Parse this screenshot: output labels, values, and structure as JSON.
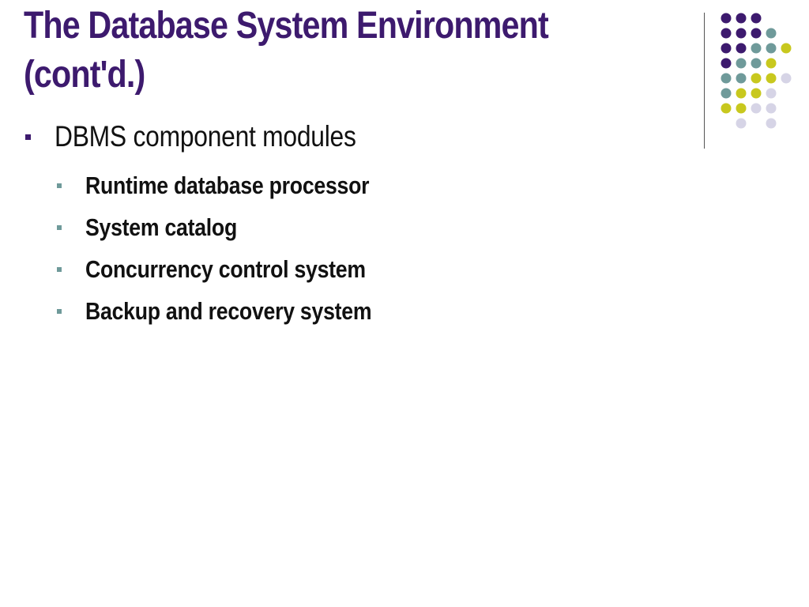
{
  "slide": {
    "title_line1": "The Database System Environment",
    "title_line2": "(cont'd.)",
    "bullet": "DBMS component modules",
    "sub_bullets": [
      "Runtime database processor",
      "System catalog",
      "Concurrency control system",
      "Backup and recovery system"
    ]
  },
  "colors": {
    "title": "#3d1a6e",
    "purple": "#3d1a6e",
    "teal": "#6f9a9a",
    "yellow": "#c8c81e",
    "lavender": "#d6d4e6"
  },
  "decoration": {
    "dot_grid": [
      [
        "purple",
        "purple",
        "purple",
        "",
        "",
        ""
      ],
      [
        "purple",
        "purple",
        "purple",
        "teal",
        "",
        ""
      ],
      [
        "purple",
        "purple",
        "teal",
        "teal",
        "yellow",
        ""
      ],
      [
        "purple",
        "teal",
        "teal",
        "yellow",
        "",
        ""
      ],
      [
        "teal",
        "teal",
        "yellow",
        "yellow",
        "lavender",
        ""
      ],
      [
        "teal",
        "yellow",
        "yellow",
        "lavender",
        "",
        ""
      ],
      [
        "yellow",
        "yellow",
        "lavender",
        "lavender",
        "",
        ""
      ],
      [
        "",
        "lavender",
        "",
        "lavender",
        "",
        ""
      ]
    ]
  }
}
